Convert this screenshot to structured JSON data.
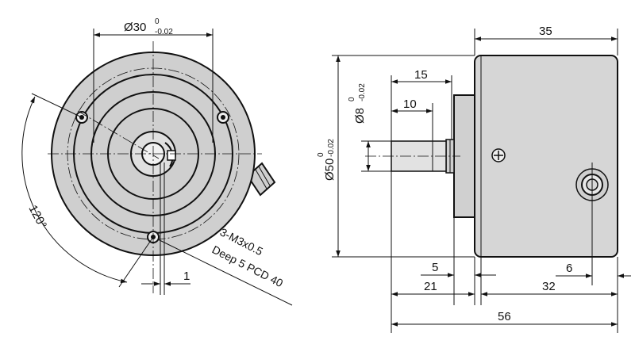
{
  "front_view": {
    "dim_diameter_30": "Ø30",
    "tol_30_upper": "0",
    "tol_30_lower": "-0.02",
    "dim_angle": "120°",
    "dim_offset": "1",
    "note_line1": "3-M3x0.5",
    "note_line2": "Deep 5  PCD 40"
  },
  "side_view": {
    "dim_length_35": "35",
    "dim_length_15": "15",
    "dim_length_10": "10",
    "dim_shaft_diameter": "Ø8",
    "tol_8_upper": "0",
    "tol_8_lower": "-0.02",
    "dim_body_diameter": "Ø50",
    "tol_50_upper": "0",
    "tol_50_lower": "-0.02",
    "dim_length_5": "5",
    "dim_length_6": "6",
    "dim_length_21": "21",
    "dim_length_32": "32",
    "dim_length_56": "56"
  }
}
